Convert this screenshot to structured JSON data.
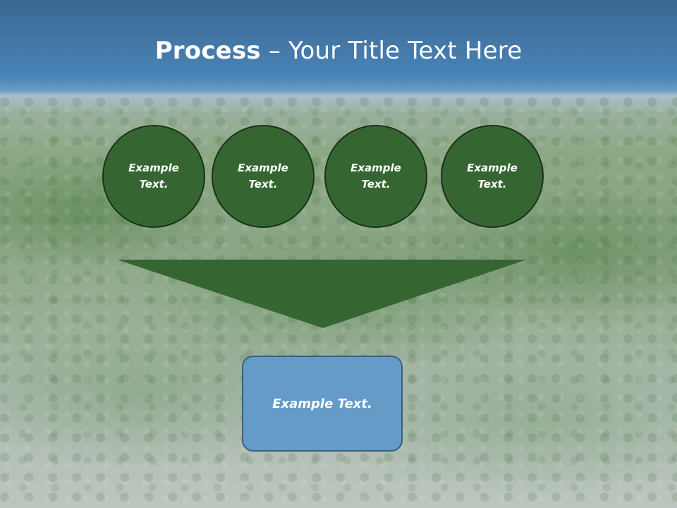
{
  "slide": {
    "title_bold": "Process",
    "title_rest": " – Your Title Text Here",
    "colors": {
      "circle_fill": "#356632",
      "circle_border": "#1e2f1c",
      "funnel_fill": "#356632",
      "box_fill": "#659bc7",
      "box_border": "#3c5e7f",
      "sky_blue": "#4a84b8"
    }
  },
  "steps": [
    {
      "text": "Example Text."
    },
    {
      "text": "Example Text."
    },
    {
      "text": "Example Text."
    },
    {
      "text": "Example Text."
    }
  ],
  "result": {
    "text": "Example Text."
  }
}
